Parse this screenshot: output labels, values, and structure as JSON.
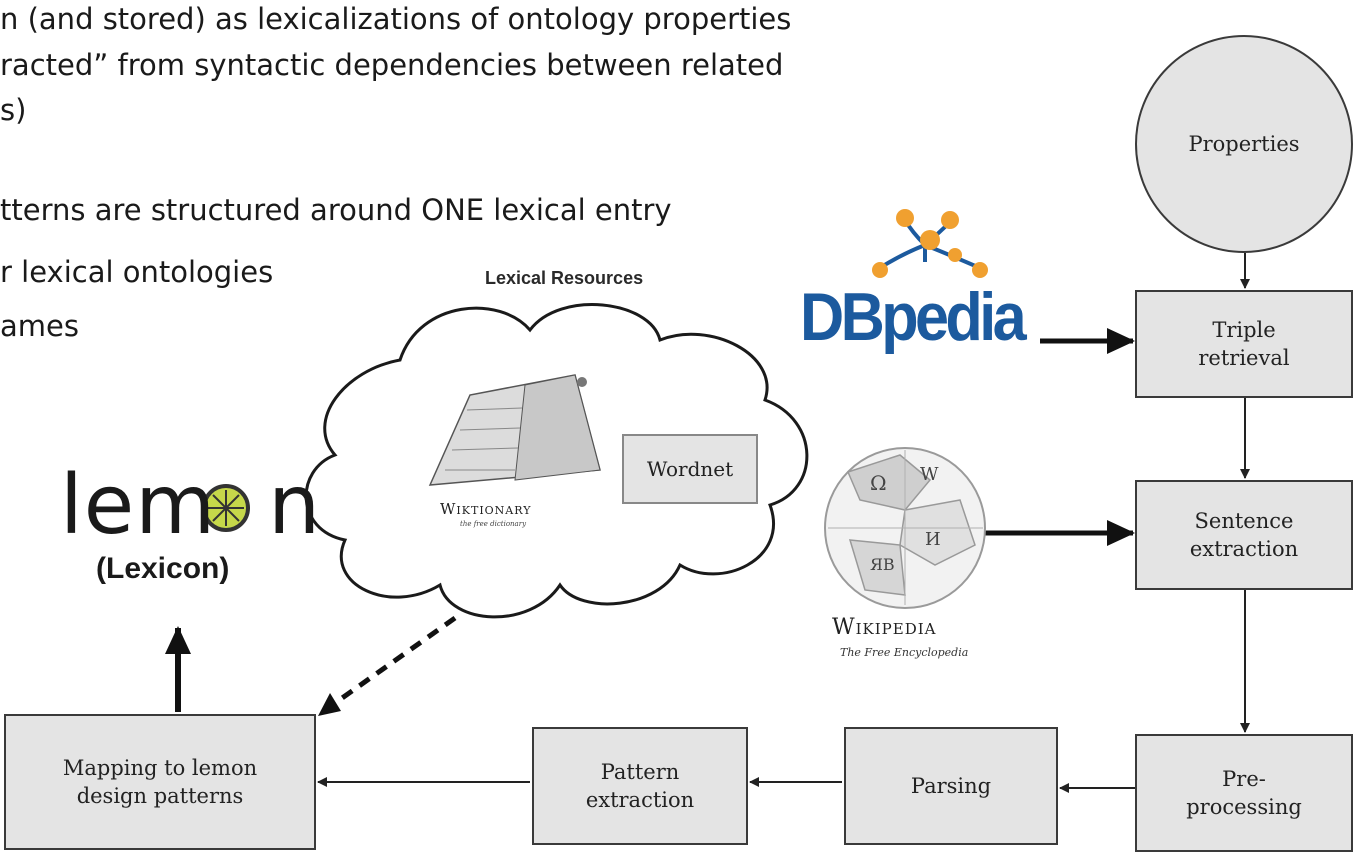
{
  "bullets": [
    "n (and stored) as lexicalizations of ontology properties",
    "racted” from syntactic dependencies between related",
    "s)",
    "tterns are structured around ONE lexical entry",
    "r lexical ontologies",
    "ames"
  ],
  "diagram": {
    "lexical_resources_title": "Lexical Resources",
    "wiktionary_name": "Wiktionary",
    "wiktionary_tagline": "the free dictionary",
    "wordnet": "Wordnet",
    "lemon_logo": "lemon",
    "lexicon": "(Lexicon)",
    "dbpedia_logo": "DBpedia",
    "wikipedia_name": "Wikipedia",
    "wikipedia_tagline": "The Free Encyclopedia",
    "properties": "Properties",
    "triple_retrieval": "Triple retrieval",
    "sentence_extraction": "Sentence extraction",
    "preprocessing": "Pre-processing",
    "parsing": "Parsing",
    "pattern_extraction": "Pattern extraction",
    "mapping": "Mapping to lemon design patterns"
  },
  "colors": {
    "box_fill": "#e4e4e4",
    "box_border": "#3a3a3a",
    "dbpedia_blue": "#1c5a9e",
    "dbpedia_orange": "#f0a030",
    "lemon_fill": "#c6d84a"
  }
}
